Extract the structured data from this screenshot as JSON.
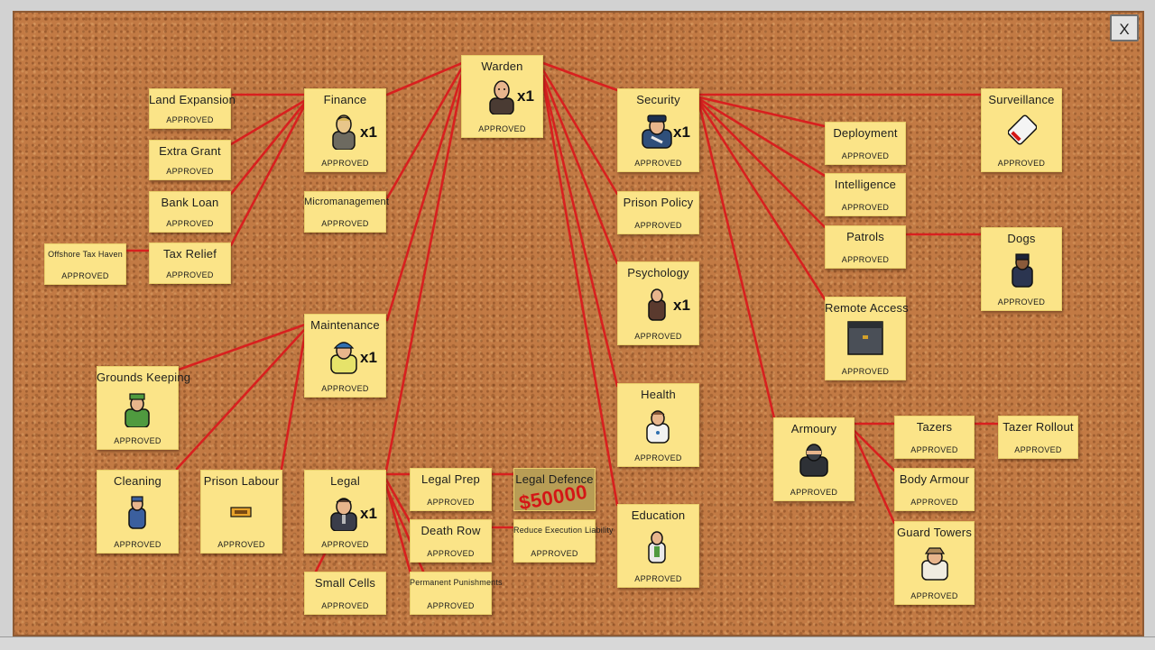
{
  "close_label": "X",
  "price_label": "$50000",
  "counts": {
    "warden": "x1",
    "finance": "x1",
    "security": "x1",
    "psychology": "x1",
    "maintenance": "x1",
    "legal": "x1"
  },
  "notes": [
    {
      "key": "warden",
      "title": "Warden",
      "status": "APPROVED",
      "icon": "warden-icon"
    },
    {
      "key": "finance",
      "title": "Finance",
      "status": "APPROVED",
      "icon": "accountant-icon"
    },
    {
      "key": "security",
      "title": "Security",
      "status": "APPROVED",
      "icon": "security-chief-icon"
    },
    {
      "key": "land_expansion",
      "title": "Land Expansion",
      "status": "APPROVED"
    },
    {
      "key": "extra_grant",
      "title": "Extra Grant",
      "status": "APPROVED"
    },
    {
      "key": "bank_loan",
      "title": "Bank Loan",
      "status": "APPROVED"
    },
    {
      "key": "tax_relief",
      "title": "Tax Relief",
      "status": "APPROVED"
    },
    {
      "key": "offshore_tax_haven",
      "title": "Offshore Tax Haven",
      "status": "APPROVED"
    },
    {
      "key": "micromanagement",
      "title": "Micromanagement",
      "status": "APPROVED"
    },
    {
      "key": "maintenance",
      "title": "Maintenance",
      "status": "APPROVED",
      "icon": "foreman-icon"
    },
    {
      "key": "grounds_keeping",
      "title": "Grounds Keeping",
      "status": "APPROVED",
      "icon": "gardener-icon"
    },
    {
      "key": "cleaning",
      "title": "Cleaning",
      "status": "APPROVED",
      "icon": "janitor-icon"
    },
    {
      "key": "prison_labour",
      "title": "Prison Labour",
      "status": "APPROVED",
      "icon": "license-plate-icon"
    },
    {
      "key": "legal",
      "title": "Legal",
      "status": "APPROVED",
      "icon": "lawyer-icon"
    },
    {
      "key": "legal_prep",
      "title": "Legal Prep",
      "status": "APPROVED"
    },
    {
      "key": "legal_defence",
      "title": "Legal Defence",
      "status": ""
    },
    {
      "key": "death_row",
      "title": "Death Row",
      "status": "APPROVED"
    },
    {
      "key": "reduce_execution_liability",
      "title": "Reduce Execution Liability",
      "status": "APPROVED"
    },
    {
      "key": "small_cells",
      "title": "Small Cells",
      "status": "APPROVED"
    },
    {
      "key": "permanent_punishments",
      "title": "Permanent Punishments",
      "status": "APPROVED"
    },
    {
      "key": "prison_policy",
      "title": "Prison Policy",
      "status": "APPROVED"
    },
    {
      "key": "psychology",
      "title": "Psychology",
      "status": "APPROVED",
      "icon": "psychologist-icon"
    },
    {
      "key": "health",
      "title": "Health",
      "status": "APPROVED",
      "icon": "doctor-icon"
    },
    {
      "key": "education",
      "title": "Education",
      "status": "APPROVED",
      "icon": "teacher-icon"
    },
    {
      "key": "deployment",
      "title": "Deployment",
      "status": "APPROVED"
    },
    {
      "key": "intelligence",
      "title": "Intelligence",
      "status": "APPROVED"
    },
    {
      "key": "patrols",
      "title": "Patrols",
      "status": "APPROVED"
    },
    {
      "key": "remote_access",
      "title": "Remote Access",
      "status": "APPROVED",
      "icon": "door-control-icon"
    },
    {
      "key": "surveillance",
      "title": "Surveillance",
      "status": "APPROVED",
      "icon": "cctv-camera-icon"
    },
    {
      "key": "dogs",
      "title": "Dogs",
      "status": "APPROVED",
      "icon": "dog-handler-icon"
    },
    {
      "key": "armoury",
      "title": "Armoury",
      "status": "APPROVED",
      "icon": "armed-guard-icon"
    },
    {
      "key": "tazers",
      "title": "Tazers",
      "status": "APPROVED"
    },
    {
      "key": "tazer_rollout",
      "title": "Tazer Rollout",
      "status": "APPROVED"
    },
    {
      "key": "body_armour",
      "title": "Body Armour",
      "status": "APPROVED"
    },
    {
      "key": "guard_towers",
      "title": "Guard Towers",
      "status": "APPROVED",
      "icon": "guard-tower-icon"
    }
  ]
}
